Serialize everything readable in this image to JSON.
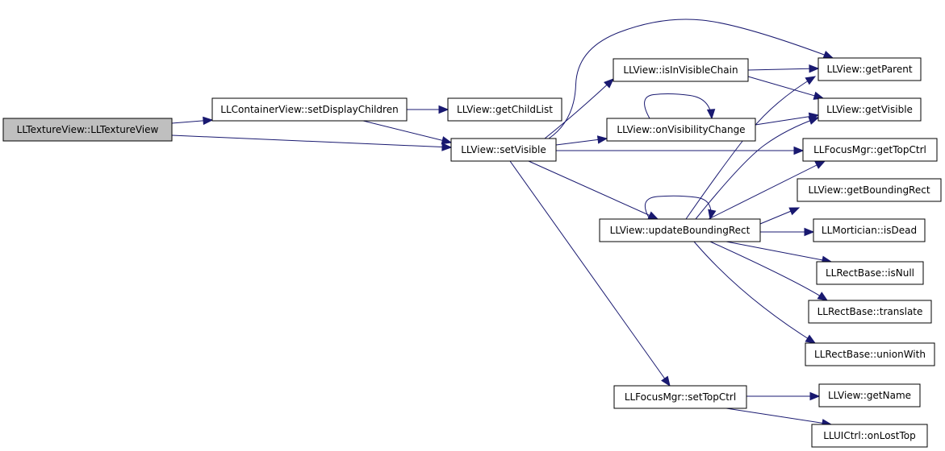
{
  "graph": {
    "nodes": {
      "n_ctor": "LLTextureView::LLTextureView",
      "n_setDisplayChildren": "LLContainerView::setDisplayChildren",
      "n_getChildList": "LLView::getChildList",
      "n_setVisible": "LLView::setVisible",
      "n_isInVisibleChain": "LLView::isInVisibleChain",
      "n_onVisibilityChange": "LLView::onVisibilityChange",
      "n_updateBoundingRect": "LLView::updateBoundingRect",
      "n_setTopCtrl": "LLFocusMgr::setTopCtrl",
      "n_getParent": "LLView::getParent",
      "n_getVisible": "LLView::getVisible",
      "n_getTopCtrl": "LLFocusMgr::getTopCtrl",
      "n_getBoundingRect": "LLView::getBoundingRect",
      "n_isDead": "LLMortician::isDead",
      "n_isNull": "LLRectBase::isNull",
      "n_translate": "LLRectBase::translate",
      "n_unionWith": "LLRectBase::unionWith",
      "n_getName": "LLView::getName",
      "n_onLostTop": "LLUICtrl::onLostTop"
    },
    "colors": {
      "edge": "#191970",
      "root_fill": "#bfbfbf",
      "node_fill": "#ffffff",
      "node_border": "#000000"
    }
  }
}
